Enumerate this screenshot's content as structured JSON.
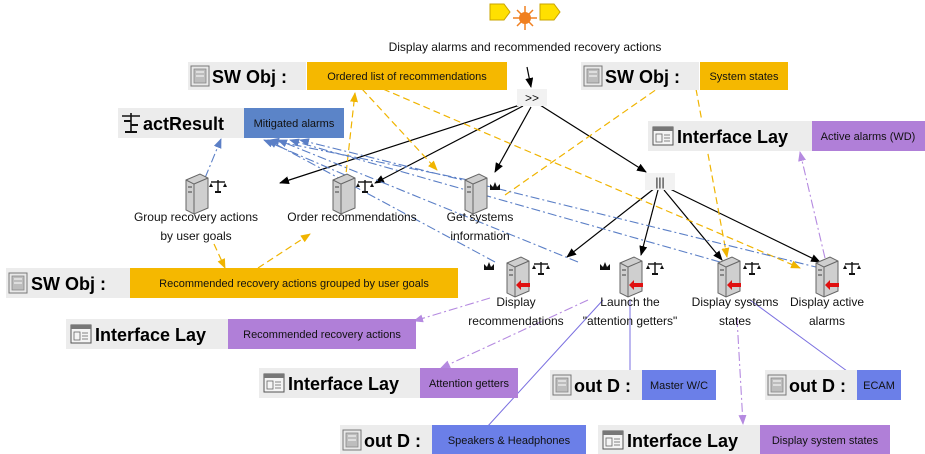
{
  "diagram": {
    "root_task": {
      "label": "Display alarms and recommended recovery actions"
    },
    "operators": {
      "enable": ">>",
      "concurrent": "|||"
    },
    "tasks": {
      "group": {
        "line1": "Group recovery actions",
        "line2": "by user goals"
      },
      "order": {
        "line1": "Order recommendations"
      },
      "get_states": {
        "line1": "Get systems",
        "line2": "information"
      },
      "display_recs": {
        "line1": "Display",
        "line2": "recommendations"
      },
      "launch": {
        "line1": "Launch the",
        "line2": "\"attention getters\""
      },
      "display_states": {
        "line1": "Display systems",
        "line2": "states"
      },
      "display_alarms": {
        "line1": "Display active",
        "line2": "alarms"
      }
    },
    "objects": {
      "ordered_list": {
        "prefix": "SW Obj :",
        "name": "Ordered list of recommendations"
      },
      "system_states": {
        "prefix": "SW Obj :",
        "name": "System states"
      },
      "act_result": {
        "prefix": "actResult",
        "name": "Mitigated alarms"
      },
      "active_alarms": {
        "prefix": "Interface Lay",
        "name": "Active alarms (WD)"
      },
      "grouped": {
        "prefix": "SW Obj :",
        "name": "Recommended recovery actions grouped by user goals"
      },
      "rec_actions": {
        "prefix": "Interface Lay",
        "name": "Recommended recovery actions"
      },
      "attention": {
        "prefix": "Interface Lay",
        "name": "Attention getters"
      },
      "master_wc": {
        "prefix": "out D :",
        "name": "Master W/C"
      },
      "ecam": {
        "prefix": "out D :",
        "name": "ECAM"
      },
      "speakers": {
        "prefix": "out D :",
        "name": "Speakers & Headphones"
      },
      "disp_states": {
        "prefix": "Interface Lay",
        "name": "Display system states"
      }
    }
  },
  "colors": {
    "sw_obj": "#f5b800",
    "interface": "#b07fd8",
    "out_device": "#6b7fe8",
    "result": "#5b84c8",
    "arrow_black": "#000000",
    "arrow_yellow": "#f0b400",
    "arrow_blue": "#5b7fc6",
    "arrow_purple": "#b58ae0",
    "line_blue": "#7a6fe0"
  }
}
